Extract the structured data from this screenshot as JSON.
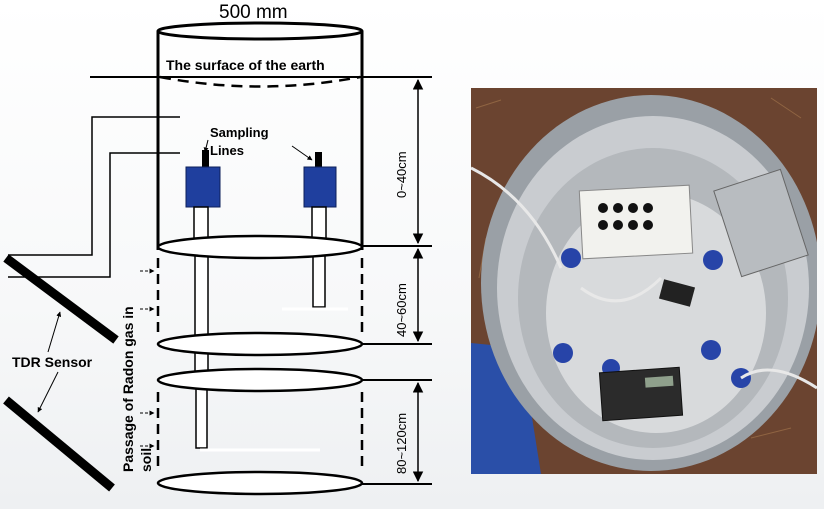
{
  "diagram": {
    "diameter_label": "500 mm",
    "surface_label": "The surface of the earth",
    "sampling_lines_line1": "Sampling",
    "sampling_lines_line2": "Lines",
    "depth_1": "0~40cm",
    "depth_2": "40~60cm",
    "depth_3": "80~120cm",
    "passage_line1": "Passage of Radon gas in",
    "passage_line2": "soil",
    "tdr_label": "TDR Sensor"
  },
  "colors": {
    "probe_blue": "#1f3f9e",
    "line": "#000000"
  }
}
